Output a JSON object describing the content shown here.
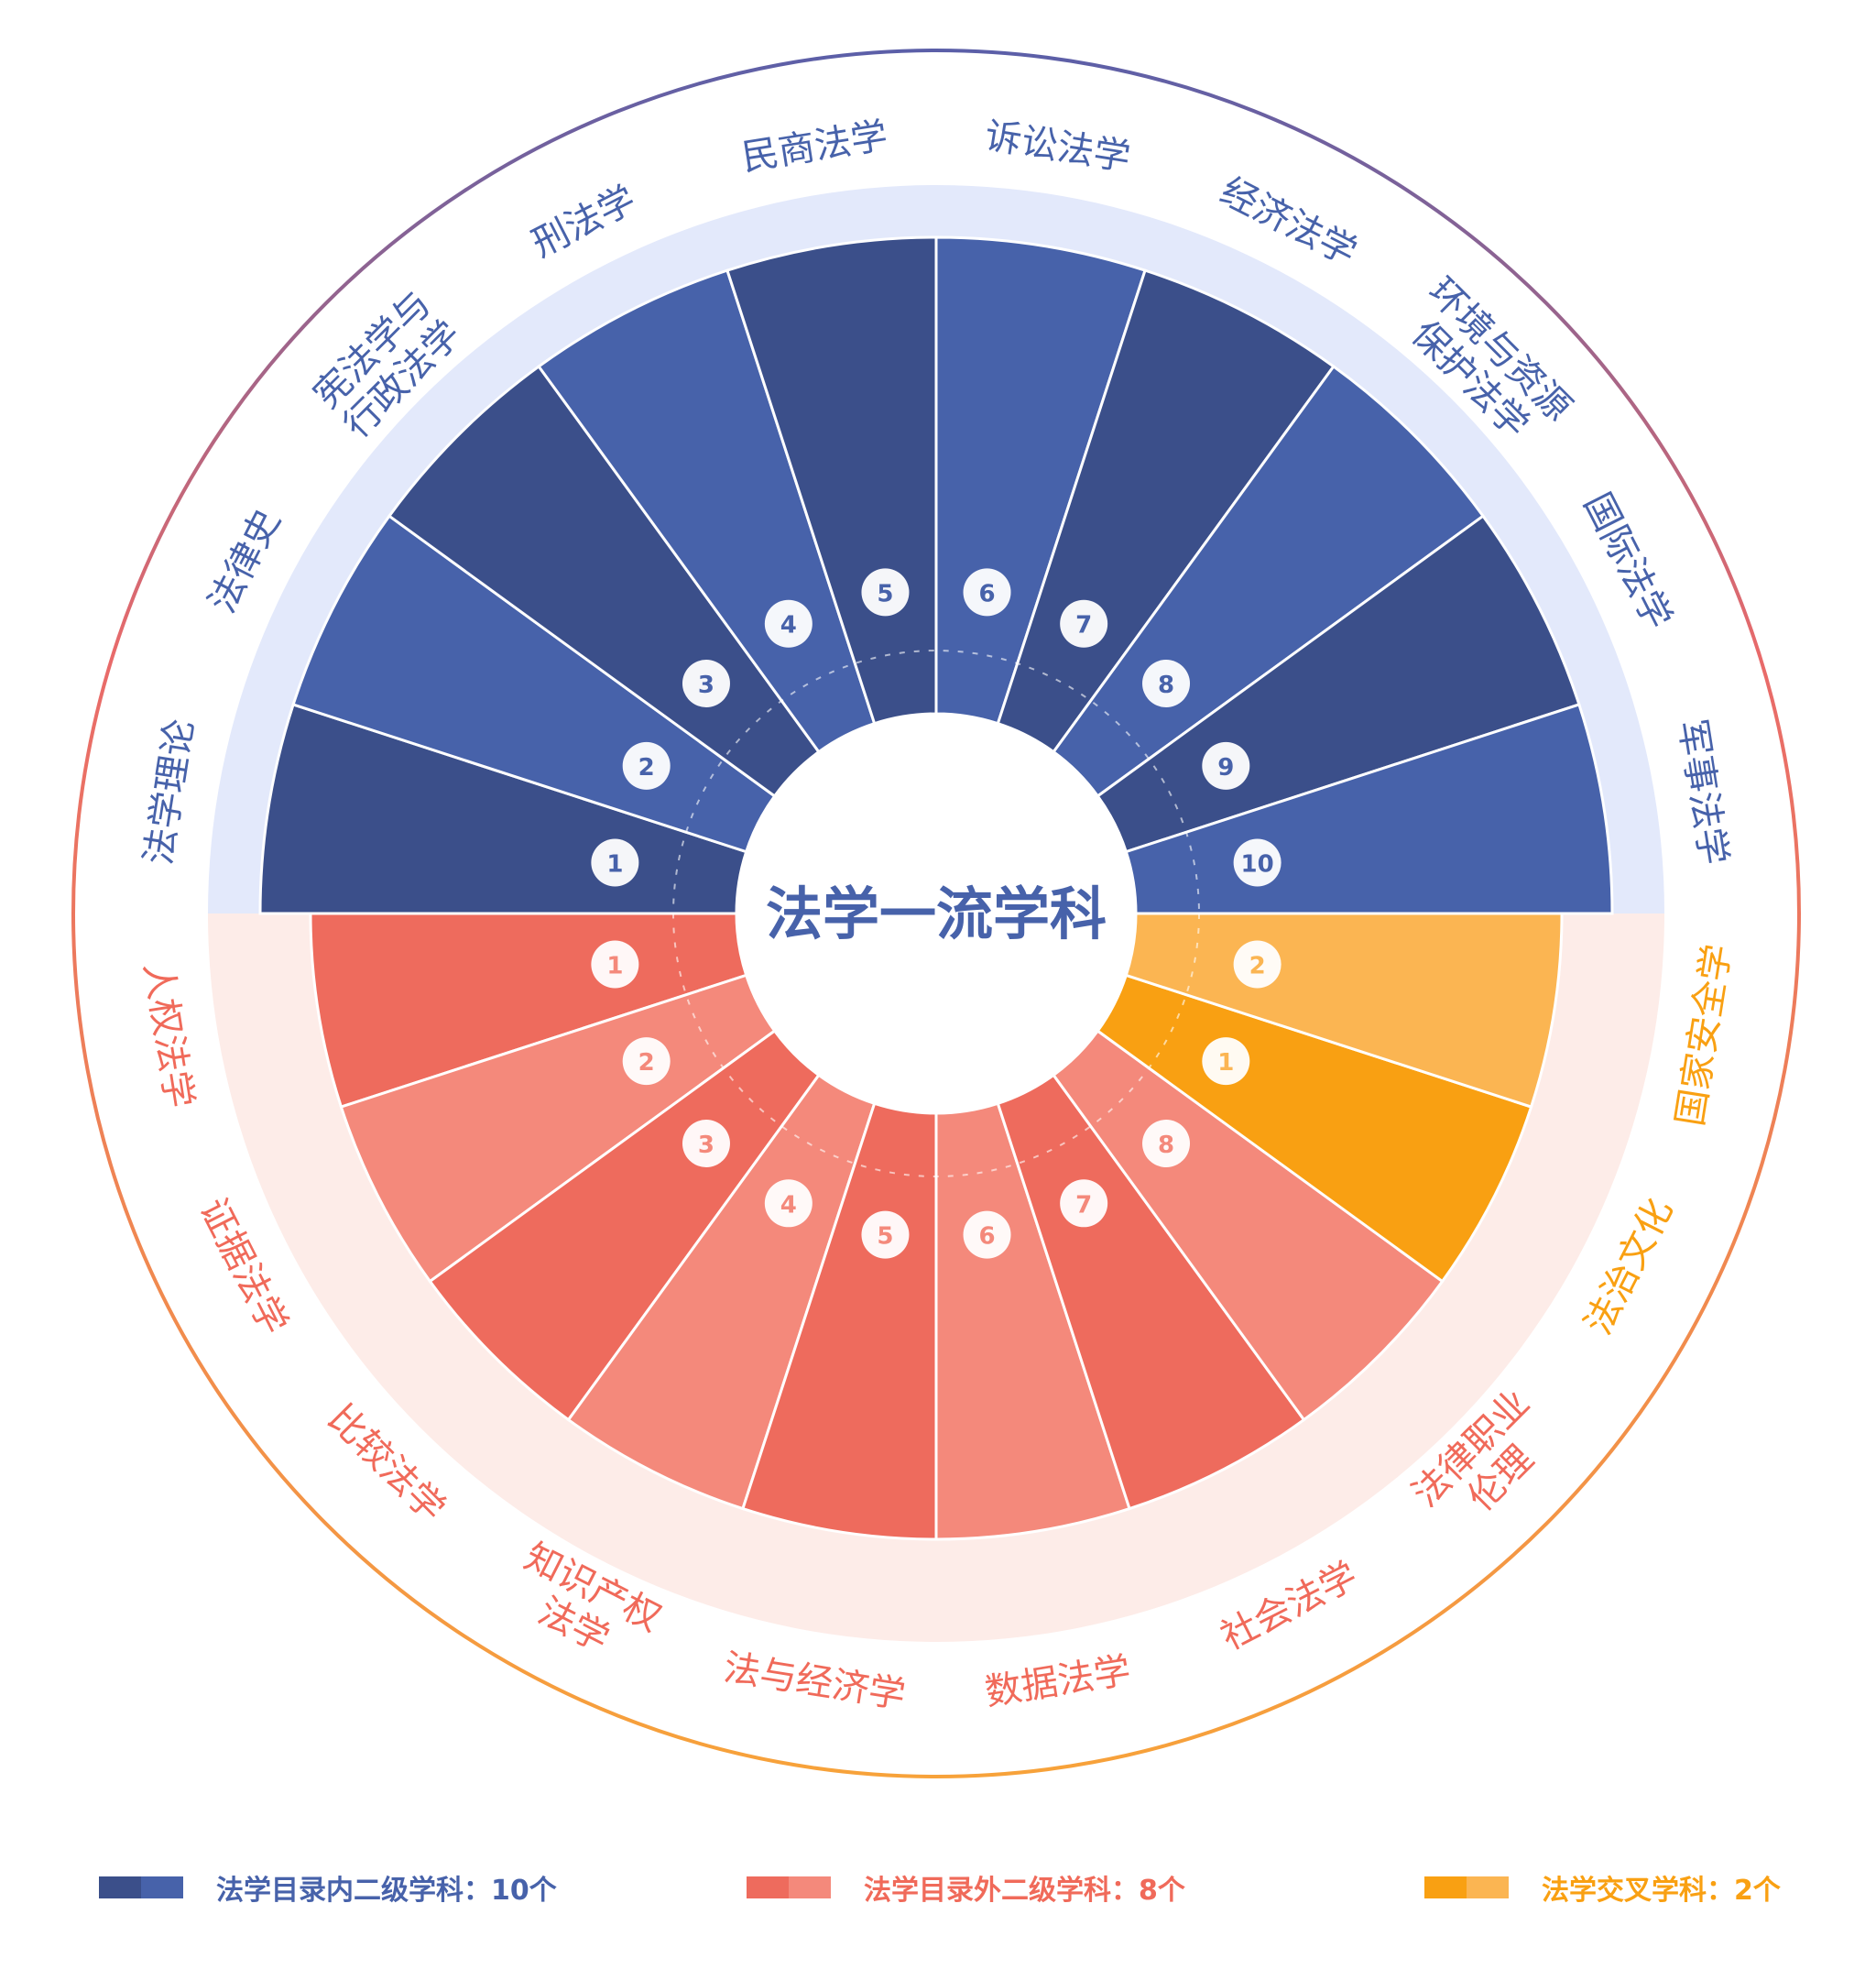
{
  "chart_data": {
    "type": "pie",
    "subtype": "nightingale-rose",
    "title": "法学一流学科",
    "groups": [
      {
        "name": "法学目录内二级学科",
        "count": 10,
        "count_label": "10个",
        "colors": [
          "#3b4f8a",
          "#4762aa"
        ],
        "text_color": "#4762aa",
        "items": [
          {
            "index": "1",
            "label": [
              "法学理论"
            ]
          },
          {
            "index": "2",
            "label": [
              "法律史"
            ]
          },
          {
            "index": "3",
            "label": [
              "宪法学与",
              "行政法学"
            ]
          },
          {
            "index": "4",
            "label": [
              "刑法学"
            ]
          },
          {
            "index": "5",
            "label": [
              "民商法学"
            ]
          },
          {
            "index": "6",
            "label": [
              "诉讼法学"
            ]
          },
          {
            "index": "7",
            "label": [
              "经济法学"
            ]
          },
          {
            "index": "8",
            "label": [
              "环境与资源",
              "保护法学"
            ]
          },
          {
            "index": "9",
            "label": [
              "国际法学"
            ]
          },
          {
            "index": "10",
            "label": [
              "军事法学"
            ]
          }
        ]
      },
      {
        "name": "法学目录外二级学科",
        "count": 8,
        "count_label": "8个",
        "colors": [
          "#ee6b5d",
          "#f4897b"
        ],
        "text_color": "#f06a5a",
        "items": [
          {
            "index": "1",
            "label": [
              "人权法学"
            ]
          },
          {
            "index": "2",
            "label": [
              "证据法学"
            ]
          },
          {
            "index": "3",
            "label": [
              "比较法学"
            ]
          },
          {
            "index": "4",
            "label": [
              "知识产权",
              "法学"
            ]
          },
          {
            "index": "5",
            "label": [
              "法与经济学"
            ]
          },
          {
            "index": "6",
            "label": [
              "数据法学"
            ]
          },
          {
            "index": "7",
            "label": [
              "社会法学"
            ]
          },
          {
            "index": "8",
            "label": [
              "法律职业",
              "伦理"
            ]
          }
        ]
      },
      {
        "name": "法学交叉学科",
        "count": 2,
        "count_label": "2个",
        "colors": [
          "#f9a012",
          "#fbb552"
        ],
        "text_color": "#f9a012",
        "items": [
          {
            "index": "1",
            "label": [
              "法治文化"
            ]
          },
          {
            "index": "2",
            "label": [
              "国家安全学"
            ]
          }
        ]
      }
    ],
    "legend_position": "bottom"
  },
  "legend": [
    {
      "text": "法学目录内二级学科：10个"
    },
    {
      "text": "法学目录外二级学科：8个"
    },
    {
      "text": "法学交叉学科：2个"
    }
  ]
}
